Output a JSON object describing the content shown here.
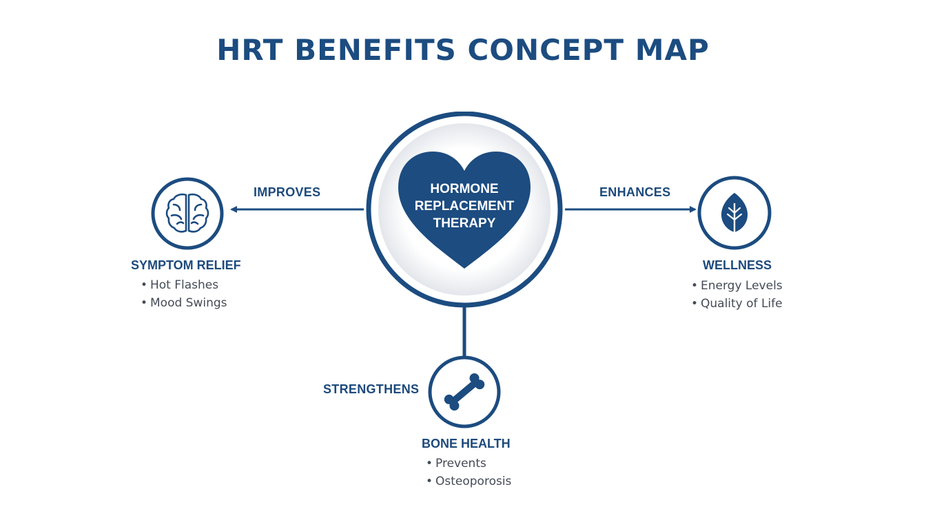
{
  "title": "HRT BENEFITS CONCEPT MAP",
  "colors": {
    "primary": "#1c4c80",
    "text_muted": "#444b55",
    "background": "#ffffff"
  },
  "center": {
    "icon": "heart-icon",
    "lines": [
      "HORMONE",
      "REPLACEMENT",
      "THERAPY"
    ]
  },
  "edges": {
    "left": "IMPROVES",
    "right": "ENHANCES",
    "bottom": "STRENGTHENS"
  },
  "nodes": {
    "symptom_relief": {
      "icon": "brain-icon",
      "title": "SYMPTOM RELIEF",
      "items": [
        "Hot Flashes",
        "Mood Swings"
      ]
    },
    "wellness": {
      "icon": "leaf-icon",
      "title": "WELLNESS",
      "items": [
        "Energy Levels",
        "Quality of Life"
      ]
    },
    "bone_health": {
      "icon": "bone-icon",
      "title": "BONE HEALTH",
      "items": [
        "Prevents",
        "Osteoporosis"
      ]
    }
  }
}
